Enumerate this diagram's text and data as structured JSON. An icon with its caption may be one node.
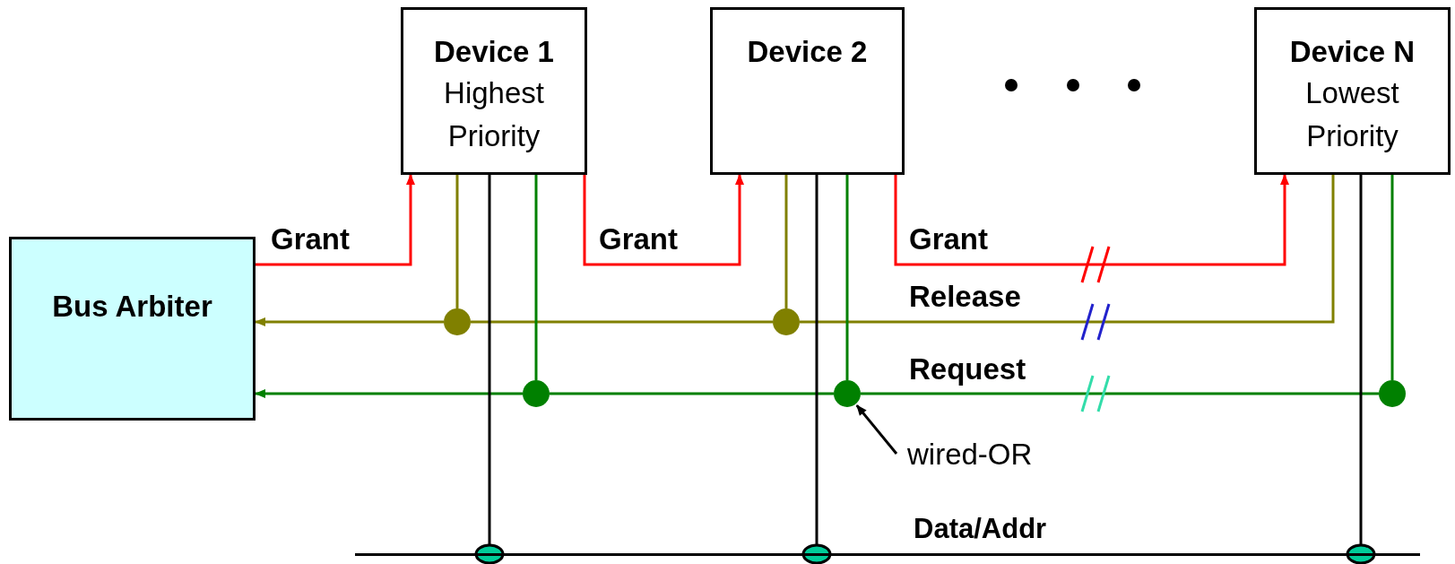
{
  "diagram": {
    "nodes": [
      {
        "text": [
          "Device 1",
          "Highest Priority"
        ]
      },
      {
        "text": [
          "Device 2"
        ]
      },
      {
        "text": [
          "Device N",
          "Lowest Priority"
        ]
      },
      {
        "text": [
          "Bus Arbiter"
        ]
      },
      {
        "text": [
          "Data/Addr"
        ]
      },
      {
        "text": [
          "wired-OR"
        ]
      },
      {
        "text": [],
        "shape": "circle"
      },
      {
        "text": [],
        "shape": "circle"
      },
      {
        "text": [],
        "shape": "circle"
      },
      {
        "text": [],
        "shape": "circle"
      },
      {
        "text": [],
        "shape": "circle"
      }
    ],
    "edges": [
      {
        "from": 3,
        "to": 0,
        "arrow": "to",
        "label": "Grant",
        "color": "#ff0000"
      },
      {
        "from": 0,
        "to": 1,
        "arrow": "to",
        "label": "Grant",
        "color": "#ff0000"
      },
      {
        "from": 1,
        "to": 2,
        "arrow": "to",
        "label": "Grant",
        "color": "#ff0000"
      },
      {
        "from": 0,
        "to": 6,
        "arrow": "none",
        "color": "#808000"
      },
      {
        "from": 1,
        "to": 7,
        "arrow": "none",
        "color": "#808000"
      },
      {
        "from": 2,
        "to": 7,
        "arrow": "none",
        "label": "Release",
        "color": "#808000"
      },
      {
        "from": 7,
        "to": 6,
        "arrow": "none",
        "color": "#808000"
      },
      {
        "from": 6,
        "to": 3,
        "arrow": "to",
        "color": "#808000"
      },
      {
        "from": 0,
        "to": 8,
        "arrow": "none",
        "color": "#008000"
      },
      {
        "from": 1,
        "to": 9,
        "arrow": "none",
        "color": "#008000"
      },
      {
        "from": 2,
        "to": 10,
        "arrow": "none",
        "color": "#008000"
      },
      {
        "from": 10,
        "to": 9,
        "arrow": "none",
        "label": "Request",
        "color": "#008000"
      },
      {
        "from": 9,
        "to": 8,
        "arrow": "none",
        "color": "#008000"
      },
      {
        "from": 8,
        "to": 3,
        "arrow": "to",
        "color": "#008000"
      },
      {
        "from": 0,
        "to": 4,
        "arrow": "other",
        "color": "#000000"
      },
      {
        "from": 1,
        "to": 4,
        "arrow": "other",
        "color": "#000000"
      },
      {
        "from": 2,
        "to": 4,
        "arrow": "other",
        "color": "#000000"
      },
      {
        "from": 5,
        "to": 9,
        "arrow": "to",
        "color": "#000000"
      }
    ]
  }
}
